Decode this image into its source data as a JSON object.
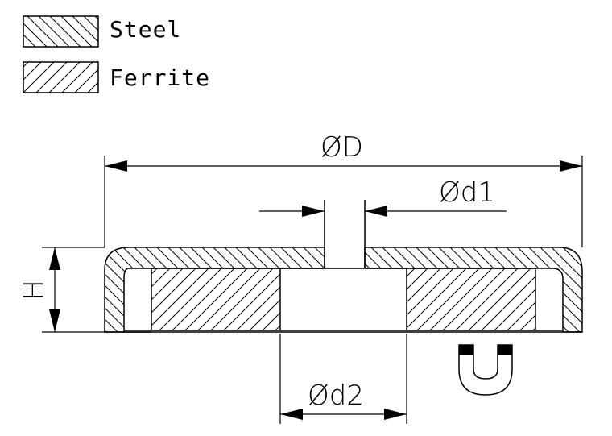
{
  "legend": {
    "items": [
      {
        "label": "Steel",
        "hatch": "backslash"
      },
      {
        "label": "Ferrite",
        "hatch": "slash"
      }
    ]
  },
  "dimensions": {
    "outer_diameter": "ØD",
    "hole_diameter": "Ød1",
    "inner_diameter": "Ød2",
    "height": "H"
  },
  "colors": {
    "line": "#000000",
    "background": "#ffffff",
    "magnet_red": "#ffffff"
  },
  "icons": {
    "magnet": "horseshoe-magnet-icon"
  }
}
